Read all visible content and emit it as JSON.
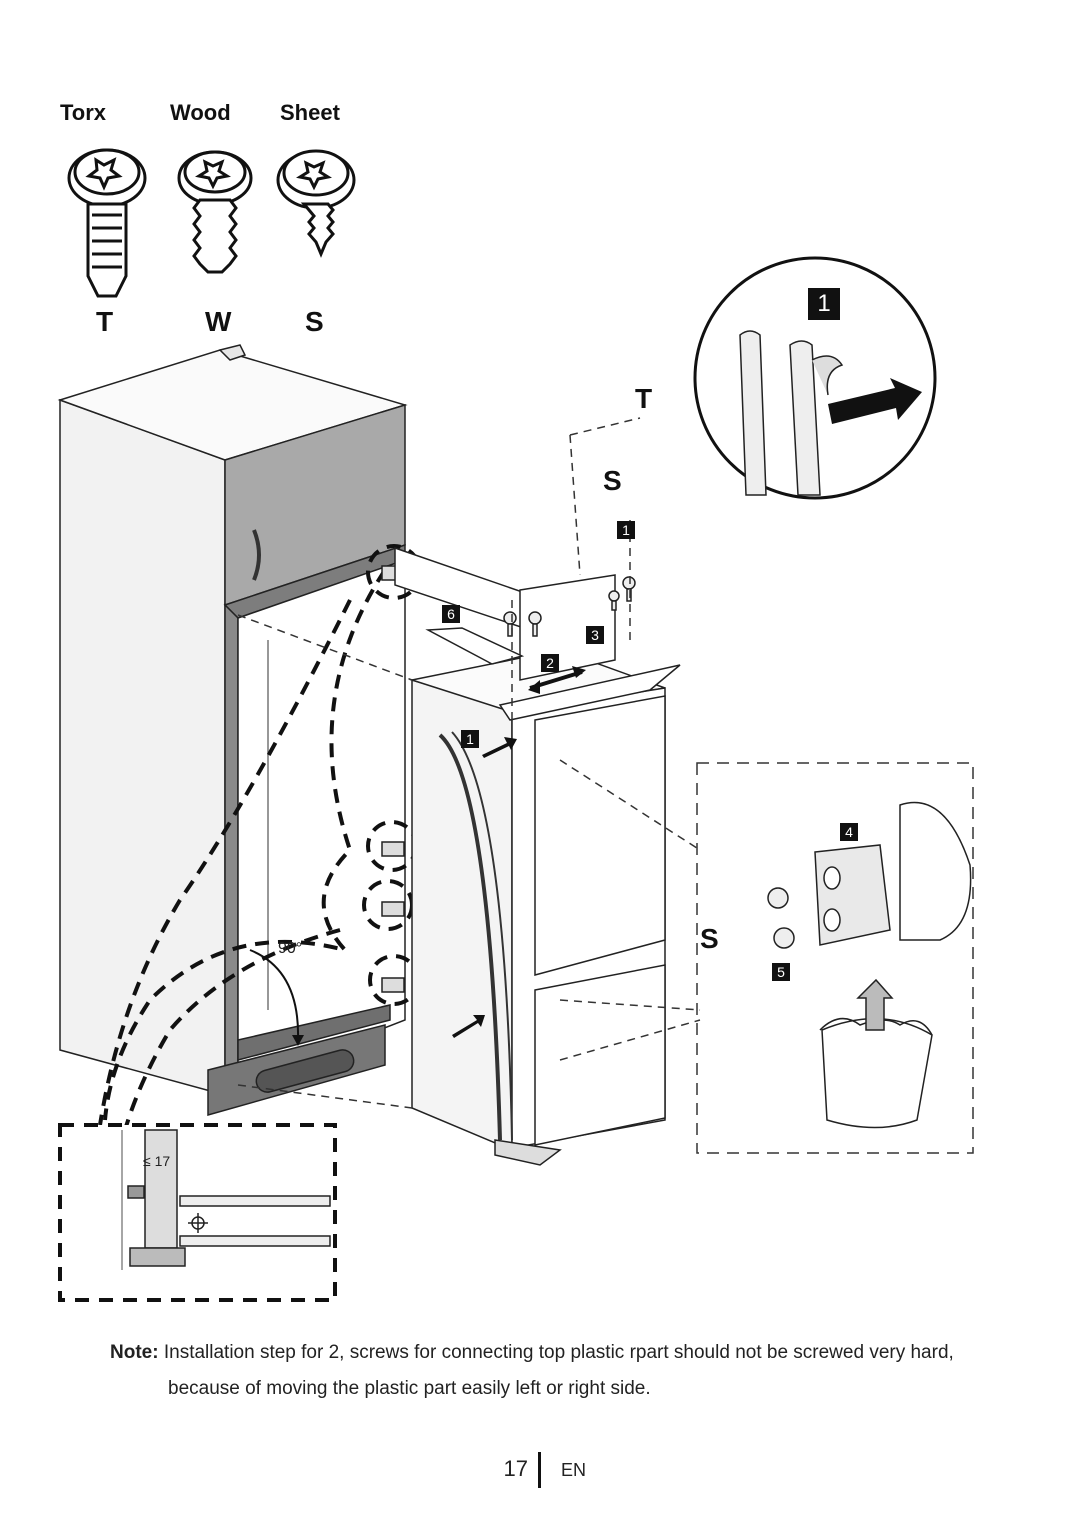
{
  "screws": {
    "torx": {
      "name": "Torx",
      "letter": "T"
    },
    "wood": {
      "name": "Wood",
      "letter": "W"
    },
    "sheet": {
      "name": "Sheet",
      "letter": "S"
    }
  },
  "diagram": {
    "callout_T": "T",
    "callout_S_upper": "S",
    "callout_S_lower": "S",
    "steps": {
      "s1": "1",
      "s2": "2",
      "s3": "3",
      "s4": "4",
      "s5": "5",
      "s6": "6"
    },
    "angle_label": "90°",
    "gap_label": "≤ 17"
  },
  "note": {
    "label": "Note:",
    "line1": "Installation step for 2, screws for connecting top plastic rpart should not be screwed very hard,",
    "line2": "because of moving the plastic part easily left or right side."
  },
  "footer": {
    "page_number": "17",
    "language": "EN"
  }
}
